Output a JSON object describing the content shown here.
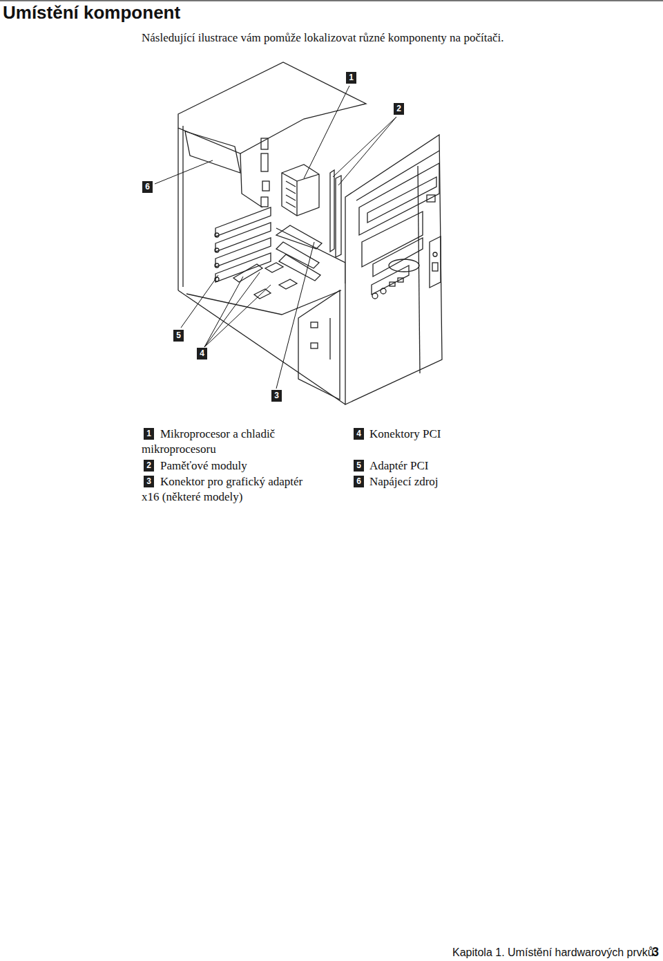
{
  "diagram": {
    "title": "Umístění komponent",
    "labels": [
      "Následující ilustrace vám pomůže lokalizovat různé komponenty na počítači.",
      "1",
      "2",
      "6",
      "5",
      "4",
      "3",
      "1",
      "Mikroprocesor a chladič mikroprocesoru",
      "2",
      "Paměťové moduly",
      "3",
      "Konektor pro grafický adaptér x16 (některé modely)",
      "4",
      "Konektory PCI",
      "5",
      "Adaptér PCI",
      "6",
      "Napájecí zdroj",
      "Kapitola 1. Umístění hardwarových prvků",
      "3"
    ]
  }
}
